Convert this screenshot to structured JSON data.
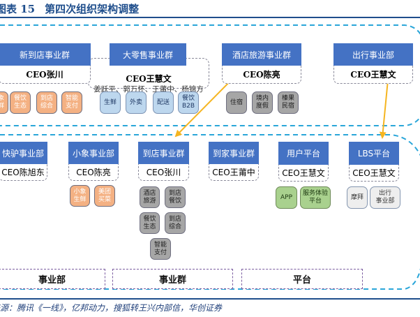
{
  "figure": {
    "number_label": "图表 15",
    "title": "第四次组织架构调整",
    "source": "来源：腾讯《一线》，亿邦动力，搜狐转王兴内部信，华创证券"
  },
  "colors": {
    "title_blue": "#1f4e8c",
    "unit_header_blue": "#4472c4",
    "outline_dashed_cyan": "#2aa6d9",
    "arrow_gold": "#f5b521",
    "chip_orange": "#f4b183",
    "chip_blue": "#bdd7ee",
    "chip_gray": "#a6a6a6",
    "chip_green": "#a9d18e",
    "chip_light": "#eeeeee",
    "category_border_purple": "#7a5ca0"
  },
  "before": {
    "units": [
      {
        "name": "新到店事业群",
        "ceo": "CEO张川",
        "sub_units": [
          {
            "label": "小象\n生鲜",
            "color": "orange"
          },
          {
            "label": "餐饮\n生态",
            "color": "orange"
          },
          {
            "label": "到店\n综合",
            "color": "orange"
          },
          {
            "label": "智能\n支付",
            "color": "orange"
          }
        ]
      },
      {
        "name": "大零售事业群",
        "ceo": "CEO王慧文",
        "deputies": "姜跃平、郭万怀、王莆中、杨锦方",
        "sub_units": [
          {
            "label": "生鲜",
            "color": "blue"
          },
          {
            "label": "外卖",
            "color": "blue"
          },
          {
            "label": "配送",
            "color": "blue"
          },
          {
            "label": "餐饮\nB2B",
            "color": "blue"
          }
        ]
      },
      {
        "name": "酒店旅游事业群",
        "ceo": "CEO陈亮",
        "sub_units": [
          {
            "label": "住宿",
            "color": "gray"
          },
          {
            "label": "境内\n度假",
            "color": "gray"
          },
          {
            "label": "榛果\n民宿",
            "color": "gray"
          }
        ]
      },
      {
        "name": "出行事业部",
        "ceo": "CEO王慧文",
        "sub_units": []
      }
    ]
  },
  "after": {
    "units": [
      {
        "name": "快驴事业部",
        "ceo": "CEO陈旭东",
        "sub_units": []
      },
      {
        "name": "小象事业部",
        "ceo": "CEO陈亮",
        "sub_units": [
          {
            "label": "小象\n生鲜",
            "color": "orange"
          },
          {
            "label": "美团\n买菜",
            "color": "orange"
          }
        ]
      },
      {
        "name": "到店事业群",
        "ceo": "CEO张川",
        "sub_units": [
          {
            "label": "酒店\n旅游",
            "color": "gray"
          },
          {
            "label": "到店\n餐饮",
            "color": "gray"
          },
          {
            "label": "餐饮\n生态",
            "color": "gray"
          },
          {
            "label": "到店\n综合",
            "color": "gray"
          },
          {
            "label": "智能\n支付",
            "color": "gray"
          }
        ]
      },
      {
        "name": "到家事业群",
        "ceo": "CEO王莆中",
        "sub_units": []
      },
      {
        "name": "用户平台",
        "ceo": "CEO王慧文",
        "sub_units": [
          {
            "label": "APP",
            "color": "green"
          },
          {
            "label": "服务体验\n平台",
            "color": "green"
          }
        ]
      },
      {
        "name": "LBS平台",
        "ceo": "CEO王慧文",
        "sub_units": [
          {
            "label": "摩拜",
            "color": "light"
          },
          {
            "label": "出行\n事业部",
            "color": "light"
          }
        ]
      }
    ],
    "categories": [
      {
        "label": "事业部"
      },
      {
        "label": "事业群"
      },
      {
        "label": "平台"
      }
    ]
  },
  "arrows": [
    {
      "from": "酒店旅游事业群",
      "to": "到店事业群"
    },
    {
      "from": "出行事业部",
      "to": "LBS平台"
    }
  ]
}
